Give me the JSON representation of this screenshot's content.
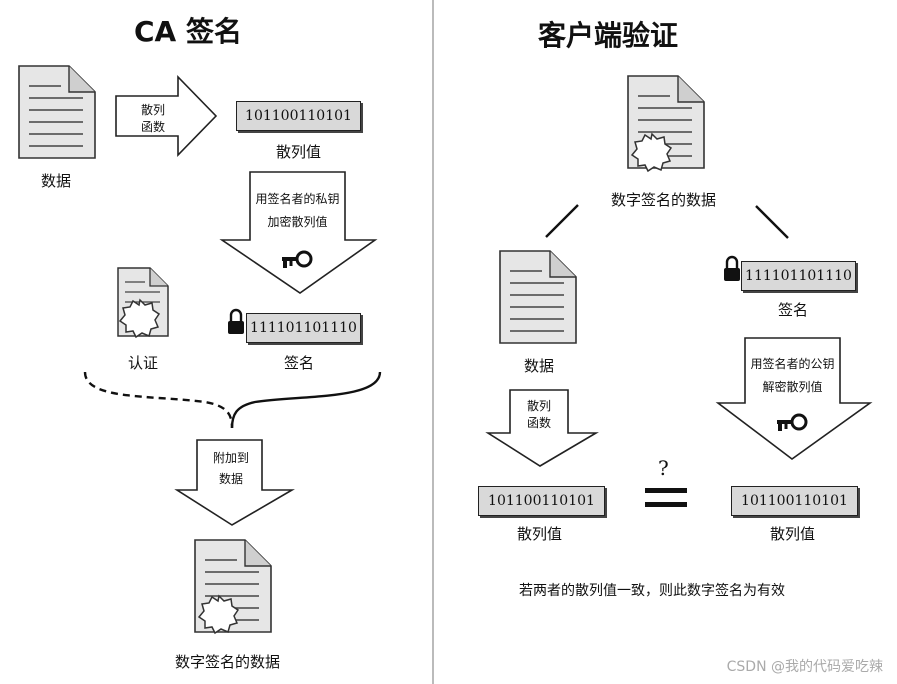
{
  "left": {
    "title": "CA 签名",
    "data_label": "数据",
    "hash_function": [
      "散列",
      "函数"
    ],
    "hash_bits": "101100110101",
    "hash_label": "散列值",
    "encrypt_note": [
      "用签名者的私钥",
      "加密散列值"
    ],
    "cert_label": "认证",
    "signature_bits": "111101101110",
    "signature_label": "签名",
    "attach_note": [
      "附加到",
      "数据"
    ],
    "signed_data_label": "数字签名的数据"
  },
  "right": {
    "title": "客户端验证",
    "signed_data_label": "数字签名的数据",
    "data_label": "数据",
    "signature_bits": "111101101110",
    "signature_label": "签名",
    "decrypt_note": [
      "用签名者的公钥",
      "解密散列值"
    ],
    "hash_function": [
      "散列",
      "函数"
    ],
    "hash_bits_left": "101100110101",
    "hash_label_left": "散列值",
    "compare_mark": "?",
    "hash_bits_right": "101100110101",
    "hash_label_right": "散列值",
    "conclusion": "若两者的散列值一致，则此数字签名为有效"
  },
  "watermark": "CSDN @我的代码爱吃辣",
  "icons": [
    "document-icon",
    "certificate-seal-icon",
    "key-icon",
    "lock-icon",
    "arrow-icon"
  ]
}
